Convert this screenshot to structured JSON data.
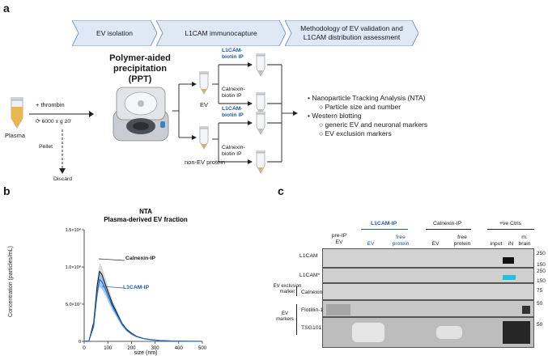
{
  "panel_a": {
    "letter": "a",
    "steps": [
      "EV isolation",
      "L1CAM immunocapture",
      "Methodology of EV validation and L1CAM distribution assessment"
    ],
    "title_lines": [
      "Polymer-aided",
      "precipitation",
      "(PPT)"
    ],
    "plasma": "Plasma",
    "thrombin": "+ thrombin",
    "spin": "6000 x g 20'",
    "pellet": "Pellet",
    "discard": "Discard",
    "ev": "EV",
    "non_ev": "non-EV protein",
    "ip_l1cam_lines": [
      "L1CAM-",
      "biotin IP"
    ],
    "ip_calnexin_lines": [
      "Calnexin-",
      "biotin IP"
    ],
    "bullets": [
      {
        "text": "Nanoparticle Tracking Analysis (NTA)",
        "sub": [
          "Particle size and number"
        ]
      },
      {
        "text": "Western blotting",
        "sub": [
          "generic EV and neuronal markers",
          "EV exclusion markers"
        ]
      }
    ]
  },
  "panel_b": {
    "letter": "b",
    "annot_calnexin": "Calnexin-IP",
    "annot_l1cam": "L1CAM-IP"
  },
  "chart_data": {
    "type": "line",
    "title": "NTA",
    "subtitle": "Plasma-derived EV fraction",
    "xlabel": "size (nm)",
    "ylabel": "Concentration (particles/mL)",
    "xlim": [
      0,
      500
    ],
    "ylim": [
      0,
      150000000.0
    ],
    "x_ticks": [
      "0",
      "100",
      "200",
      "300",
      "400",
      "500"
    ],
    "y_ticks": [
      "0",
      "5.0×10⁷",
      "1.0×10⁸",
      "1.5×10⁸"
    ],
    "series": [
      {
        "name": "Calnexin-IP",
        "color": "#111111",
        "x": [
          0,
          20,
          40,
          55,
          65,
          75,
          90,
          105,
          120,
          140,
          160,
          180,
          200,
          220,
          250,
          280,
          320,
          380,
          450,
          500
        ],
        "y": [
          0,
          500000.0,
          25000000.0,
          75000000.0,
          94000000.0,
          90000000.0,
          76000000.0,
          63000000.0,
          50000000.0,
          37000000.0,
          24000000.0,
          16000000.0,
          11000000.0,
          7000000.0,
          4000000.0,
          2500000.0,
          1200000.0,
          400000.0,
          100000.0,
          0
        ]
      },
      {
        "name": "L1CAM-IP",
        "color": "#1f6fd1",
        "x": [
          0,
          20,
          40,
          55,
          65,
          75,
          90,
          105,
          120,
          140,
          160,
          180,
          200,
          220,
          250,
          280,
          320,
          380,
          450,
          500
        ],
        "y": [
          0,
          500000.0,
          20000000.0,
          65000000.0,
          83000000.0,
          80000000.0,
          70000000.0,
          58000000.0,
          47000000.0,
          35000000.0,
          23000000.0,
          15000000.0,
          10000000.0,
          6500000.0,
          3800000.0,
          2200000.0,
          1000000.0,
          300000.0,
          100000.0,
          0
        ]
      }
    ]
  },
  "panel_c": {
    "letter": "c",
    "col_groups": {
      "l1cam_ip": "L1CAM-IP",
      "calnexin_ip": "Calnexin-IP",
      "ctrls": "+ve Ctrls"
    },
    "col_pre": [
      "pre-IP",
      "EV"
    ],
    "cols": {
      "ev1": "EV",
      "free1": [
        "free",
        "protein"
      ],
      "ev2": "EV",
      "free2": [
        "free",
        "protein"
      ],
      "input": "input",
      "in": "iN",
      "brain": [
        "m.",
        "brain"
      ]
    },
    "rows": [
      "L1CAM",
      "L1CAM*",
      "Calnexin",
      "Flotillin-1",
      "TSG101"
    ],
    "side_labels": {
      "exclusion": [
        "EV exclusion",
        "marker"
      ],
      "ev_markers": [
        "EV",
        "markers"
      ]
    },
    "mw": {
      "r1": [
        "250",
        "150"
      ],
      "r2": [
        "250",
        "150"
      ],
      "r3": "75",
      "r4": "50",
      "r5": "50"
    }
  }
}
